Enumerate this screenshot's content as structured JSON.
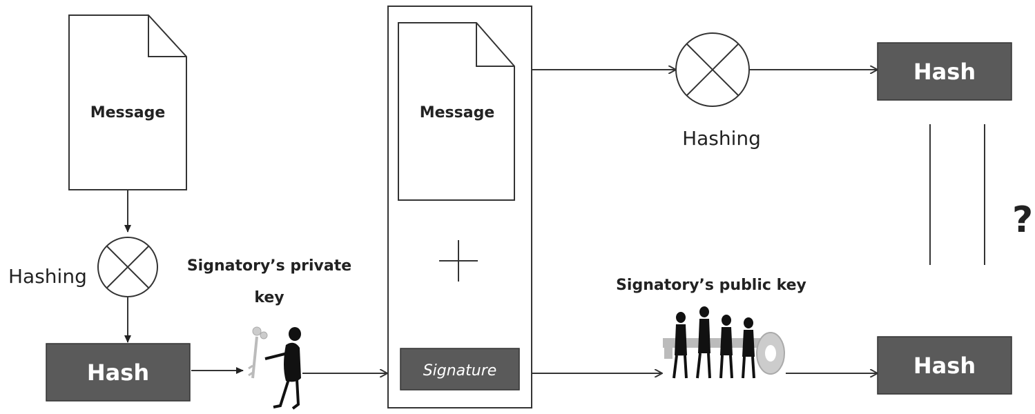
{
  "labels": {
    "message_left": "Message",
    "message_center": "Message",
    "hashing_left": "Hashing",
    "hashing_right": "Hashing",
    "hash_left": "Hash",
    "hash_top_right": "Hash",
    "hash_bottom_right": "Hash",
    "signature": "Signature",
    "private_key_line1": "Signatory’s private",
    "private_key_line2": "key",
    "public_key": "Signatory’s public key",
    "question": "?"
  },
  "colors": {
    "hash_box": "#5a5a5a",
    "line": "#333333",
    "background": "#ffffff"
  },
  "icons": {
    "hash_operator": "circled-x-icon",
    "signer_figure": "person-with-key-icon",
    "public_key_figures": "people-with-key-icon"
  }
}
